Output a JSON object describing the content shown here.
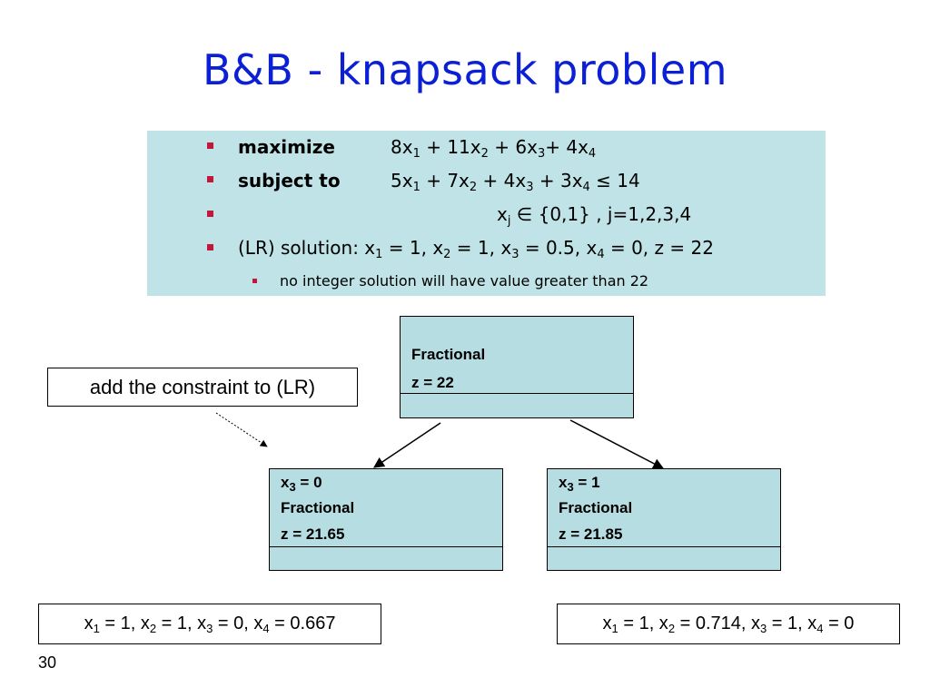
{
  "slide": {
    "title": "B&B - knapsack problem",
    "page_number": "30"
  },
  "problem": {
    "objective_keyword": "maximize",
    "objective": {
      "terms": [
        {
          "coef": "8x",
          "sub": "1",
          "op": " + "
        },
        {
          "coef": "11x",
          "sub": "2",
          "op": " + "
        },
        {
          "coef": "6x",
          "sub": "3",
          "op": "+ "
        },
        {
          "coef": "4x",
          "sub": "4",
          "op": ""
        }
      ]
    },
    "constraint_keyword": "subject to",
    "constraint": {
      "terms": [
        {
          "coef": "5x",
          "sub": "1",
          "op": " +  "
        },
        {
          "coef": "7x",
          "sub": "2",
          "op": " +  "
        },
        {
          "coef": "4x",
          "sub": "3",
          "op": " +  "
        },
        {
          "coef": "3x",
          "sub": "4",
          "op": ""
        }
      ],
      "relation": " ≤ 14"
    },
    "domain": {
      "var": "x",
      "sub": "j",
      "text": " ∈ {0,1} , j=1,2,3,4"
    },
    "lr_solution": {
      "prefix": "(LR) solution: x",
      "p1": " = 1, x",
      "p2": " = 1, x",
      "p3": " = 0.5, x",
      "p4": " = 0, z = 22",
      "subs": [
        "1",
        "2",
        "3",
        "4"
      ]
    },
    "note": "no integer solution will have value greater than 22",
    "bullet_color": "#c4163a",
    "background_color": "#bfe3e6"
  },
  "callout": {
    "text": "add the constraint to (LR)"
  },
  "tree": {
    "root": {
      "line1": "Fractional",
      "line2": "z = 22"
    },
    "left": {
      "branch_var": "x",
      "branch_sub": "3",
      "branch_val": " = 0",
      "line2": "Fractional",
      "line3": "z = 21.65"
    },
    "right": {
      "branch_var": "x",
      "branch_sub": "3",
      "branch_val": " = 1",
      "line2": "Fractional",
      "line3": "z = 21.85"
    },
    "node_color": "#b5dde2"
  },
  "results": {
    "left": {
      "parts": [
        "x",
        " = 1, x",
        " = 1, x",
        " = 0, x",
        " = 0.667"
      ],
      "subs": [
        "1",
        "2",
        "3",
        "4"
      ]
    },
    "right": {
      "parts": [
        "x",
        " = 1, x",
        " = 0.714, x",
        " = 1, x",
        " = 0"
      ],
      "subs": [
        "1",
        "2",
        "3",
        "4"
      ]
    }
  },
  "colors": {
    "title": "#0b1fd4"
  }
}
